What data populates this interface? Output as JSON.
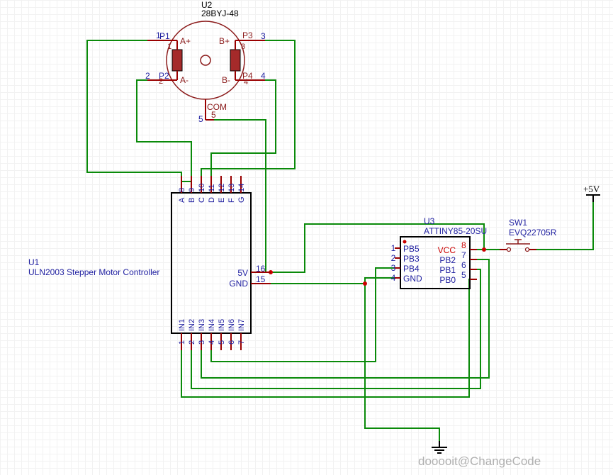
{
  "u2": {
    "designator": "U2",
    "part": "28BYJ-48",
    "pins": {
      "p1_name": "P1",
      "p1_num": "1",
      "p1_func": "A+",
      "p1_wire": "1",
      "p2_name": "P2",
      "p2_num": "2",
      "p2_func": "A-",
      "p2_wire": "2",
      "p3_name": "P3",
      "p3_num": "3",
      "p3_func": "B+",
      "p3_wire": "3",
      "p4_name": "P4",
      "p4_num": "4",
      "p4_func": "B-",
      "p4_wire": "4",
      "com_name": "COM",
      "com_num": "5",
      "com_wire": "5"
    }
  },
  "u1": {
    "designator": "U1",
    "part": "ULN2003 Stepper Motor Controller",
    "top_pins": [
      {
        "num": "8",
        "name": "A"
      },
      {
        "num": "9",
        "name": "B"
      },
      {
        "num": "10",
        "name": "C"
      },
      {
        "num": "11",
        "name": "D"
      },
      {
        "num": "12",
        "name": "E"
      },
      {
        "num": "13",
        "name": "F"
      },
      {
        "num": "14",
        "name": "G"
      }
    ],
    "bottom_pins": [
      {
        "num": "1",
        "name": "IN1"
      },
      {
        "num": "2",
        "name": "IN2"
      },
      {
        "num": "3",
        "name": "IN3"
      },
      {
        "num": "4",
        "name": "IN4"
      },
      {
        "num": "5",
        "name": "IN5"
      },
      {
        "num": "6",
        "name": "IN6"
      },
      {
        "num": "7",
        "name": "IN7"
      }
    ],
    "right_pins": [
      {
        "num": "16",
        "name": "5V"
      },
      {
        "num": "15",
        "name": "GND"
      }
    ]
  },
  "u3": {
    "designator": "U3",
    "part": "ATTINY85-20SU",
    "left_pins": [
      {
        "num": "1",
        "name": "PB5"
      },
      {
        "num": "2",
        "name": "PB3"
      },
      {
        "num": "3",
        "name": "PB4"
      },
      {
        "num": "4",
        "name": "GND"
      }
    ],
    "right_pins": [
      {
        "num": "8",
        "name": "VCC"
      },
      {
        "num": "7",
        "name": "PB2"
      },
      {
        "num": "6",
        "name": "PB1"
      },
      {
        "num": "5",
        "name": "PB0"
      }
    ]
  },
  "sw1": {
    "designator": "SW1",
    "part": "EVQ22705R"
  },
  "power": {
    "label": "+5V"
  },
  "watermark": "dooooit@ChangeCode",
  "colors": {
    "wire": "#0a8a0a",
    "pin": "#990000",
    "label_blue": "#1f1fa0",
    "junction": "#cc0000"
  }
}
